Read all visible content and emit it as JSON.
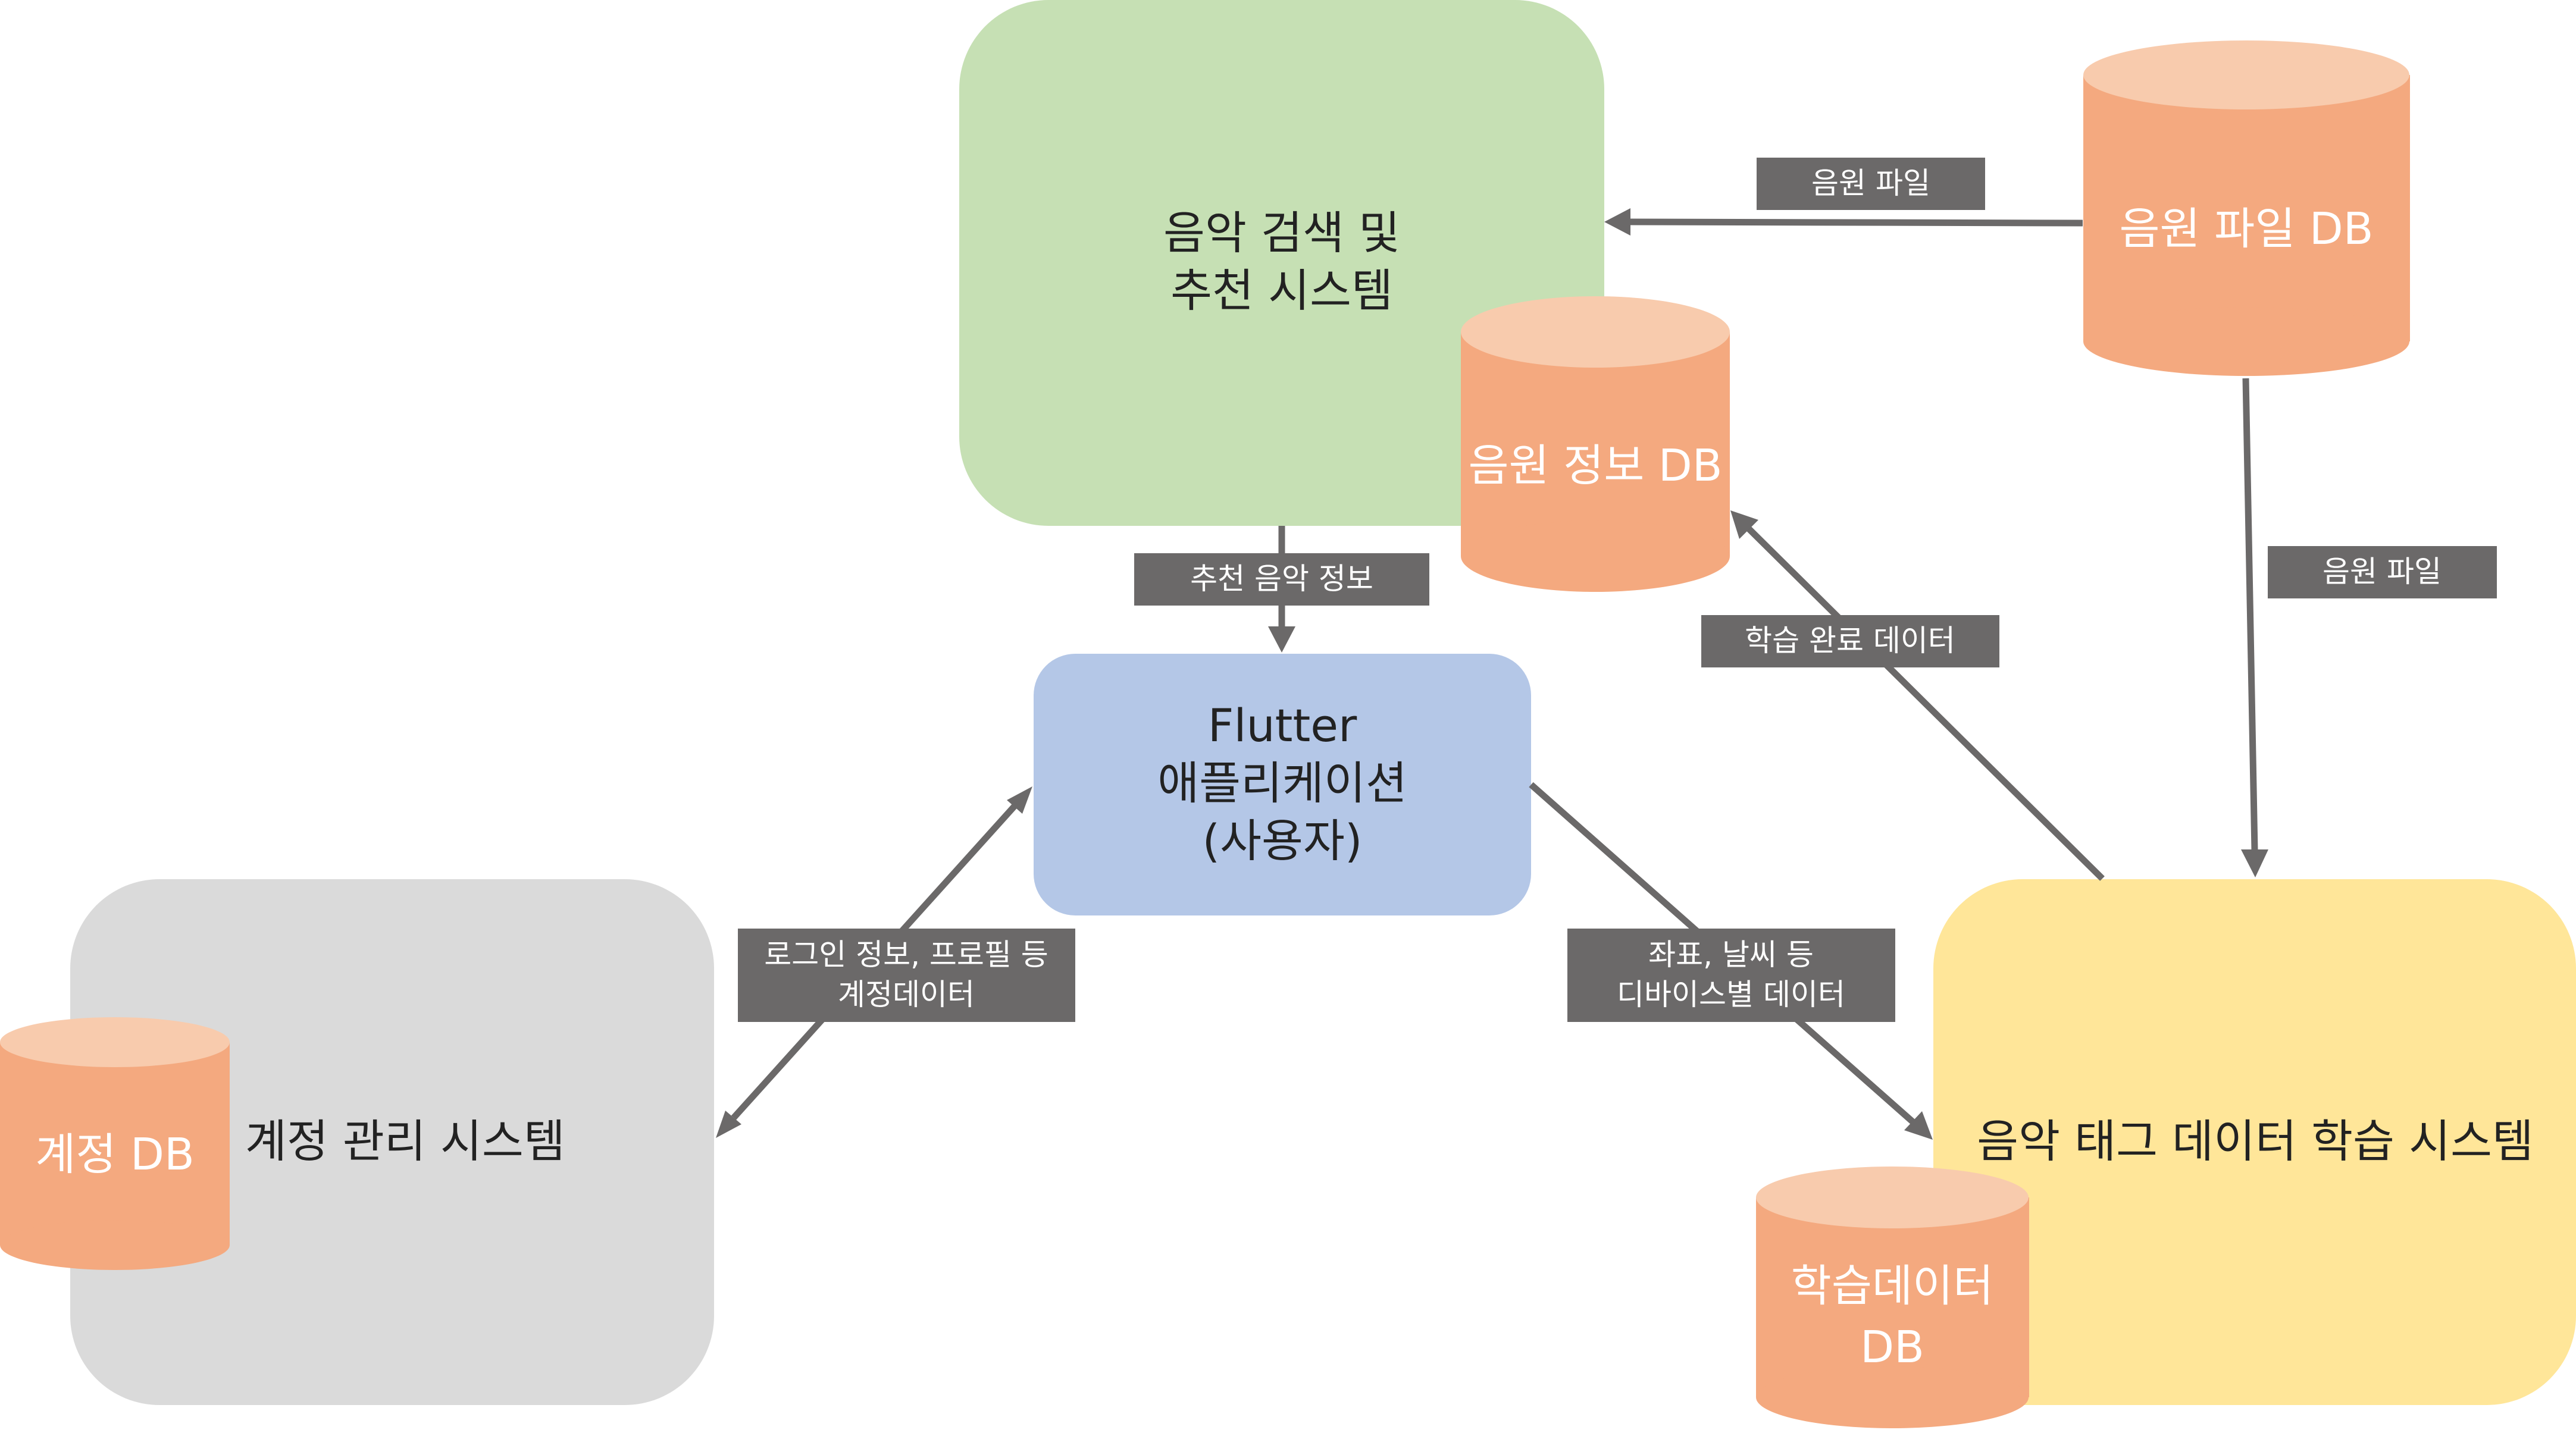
{
  "colors": {
    "search_box": "#c6e0b4",
    "flutter_box": "#b4c7e7",
    "account_box": "#dadada",
    "tag_box": "#ffe699",
    "db_body": "#f4a97f",
    "db_top": "#f8cbad",
    "label_bg": "#6b6969",
    "arrow": "#6b6969"
  },
  "systems": {
    "search": {
      "line1": "음악 검색 및",
      "line2": "추천 시스템"
    },
    "flutter": {
      "line1": "Flutter",
      "line2": "애플리케이션",
      "line3": "(사용자)"
    },
    "account": {
      "label": "계정 관리 시스템"
    },
    "tag": {
      "label": "음악 태그 데이터 학습 시스템"
    }
  },
  "databases": {
    "audio_file_db": "음원 파일 DB",
    "audio_info_db": "음원 정보 DB",
    "account_db": "계정 DB",
    "training_db_line1": "학습데이터",
    "training_db_line2": "DB"
  },
  "edge_labels": {
    "audio_file_top": "음원 파일",
    "audio_file_right": "음원 파일",
    "recommend_info": "추천 음악 정보",
    "training_done": "학습 완료 데이터",
    "login_line1": "로그인 정보, 프로필 등",
    "login_line2": "계정데이터",
    "device_line1": "좌표, 날씨 등",
    "device_line2": "디바이스별 데이터"
  }
}
